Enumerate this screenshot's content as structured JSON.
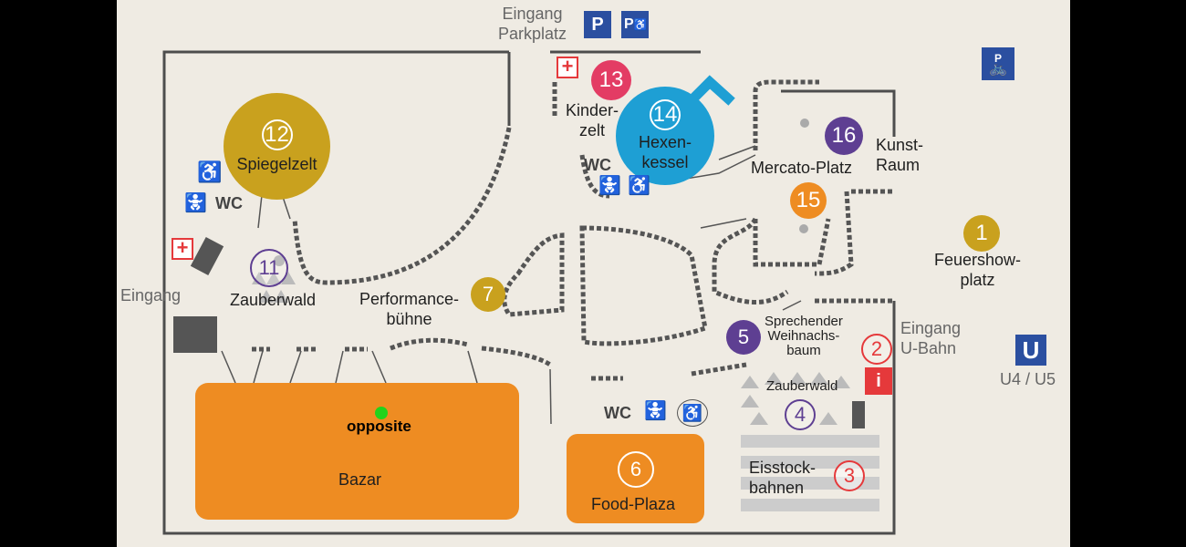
{
  "colors": {
    "background": "#efebe3",
    "outline": "#4d4d4d",
    "orange": "#ee8c22",
    "gold": "#c9a11e",
    "purple": "#5e3f92",
    "blue": "#1e9fd4",
    "magenta": "#e33c64",
    "red": "#e5393b",
    "sign_blue": "#2b4fa0"
  },
  "entrances": {
    "parking_line1": "Eingang",
    "parking_line2": "Parkplatz",
    "west": "Eingang",
    "ubahn_line1": "Eingang",
    "ubahn_line2": "U-Bahn"
  },
  "signs": {
    "parking": "P",
    "parking_disabled": "P",
    "bike_parking": "P",
    "ubahn": "U",
    "ubahn_lines": "U4 / U5",
    "info": "i"
  },
  "toilets": [
    "WC",
    "WC",
    "WC"
  ],
  "locations": [
    {
      "num": "1",
      "name_1": "Feuershow-",
      "name_2": "platz"
    },
    {
      "num": "2"
    },
    {
      "num": "3",
      "name_1": "Eisstock-",
      "name_2": "bahnen"
    },
    {
      "num": "4",
      "name_1": "Zauberwald"
    },
    {
      "num": "5",
      "name_1": "Sprechender",
      "name_2": "Weihnachs-",
      "name_3": "baum"
    },
    {
      "num": "6",
      "name_1": "Food-Plaza"
    },
    {
      "num": "7",
      "name_1": "Performance-",
      "name_2": "bühne"
    },
    {
      "num": "11",
      "name_1": "Zauberwald"
    },
    {
      "num": "12",
      "name_1": "Spiegelzelt"
    },
    {
      "num": "13",
      "name_1": "Kinder-",
      "name_2": "zelt"
    },
    {
      "num": "14",
      "name_1": "Hexen-",
      "name_2": "kessel"
    },
    {
      "num": "15"
    },
    {
      "num": "16",
      "name_1": "Kunst-",
      "name_2": "Raum"
    }
  ],
  "mercato": "Mercato-Platz",
  "bazar": {
    "name": "Bazar",
    "marker_label": "opposite"
  }
}
